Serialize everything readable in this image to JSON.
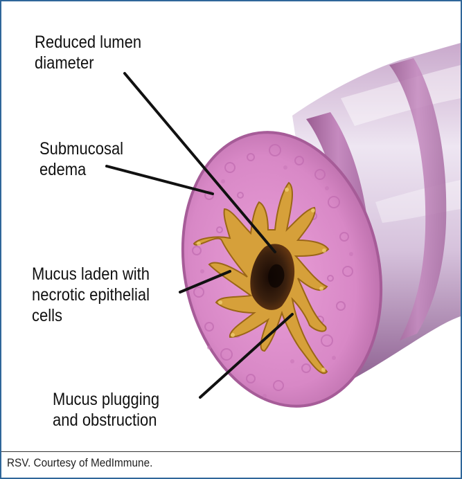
{
  "labels": {
    "reduced_lumen": [
      "Reduced lumen",
      "diameter"
    ],
    "submucosal_edema": [
      "Submucosal",
      "edema"
    ],
    "mucus_laden": [
      "Mucus laden with",
      "necrotic epithelial",
      "cells"
    ],
    "mucus_plugging": [
      "Mucus plugging",
      "and obstruction"
    ]
  },
  "caption": "RSV. Courtesy of MedImmune.",
  "colors": {
    "frame": "#2f6699",
    "airway_wall": "#d98ac8",
    "airway_outer": "#b86aa8",
    "lumen": "#2a160c",
    "mucus": "#d4a13a",
    "leader_line": "#111111"
  }
}
